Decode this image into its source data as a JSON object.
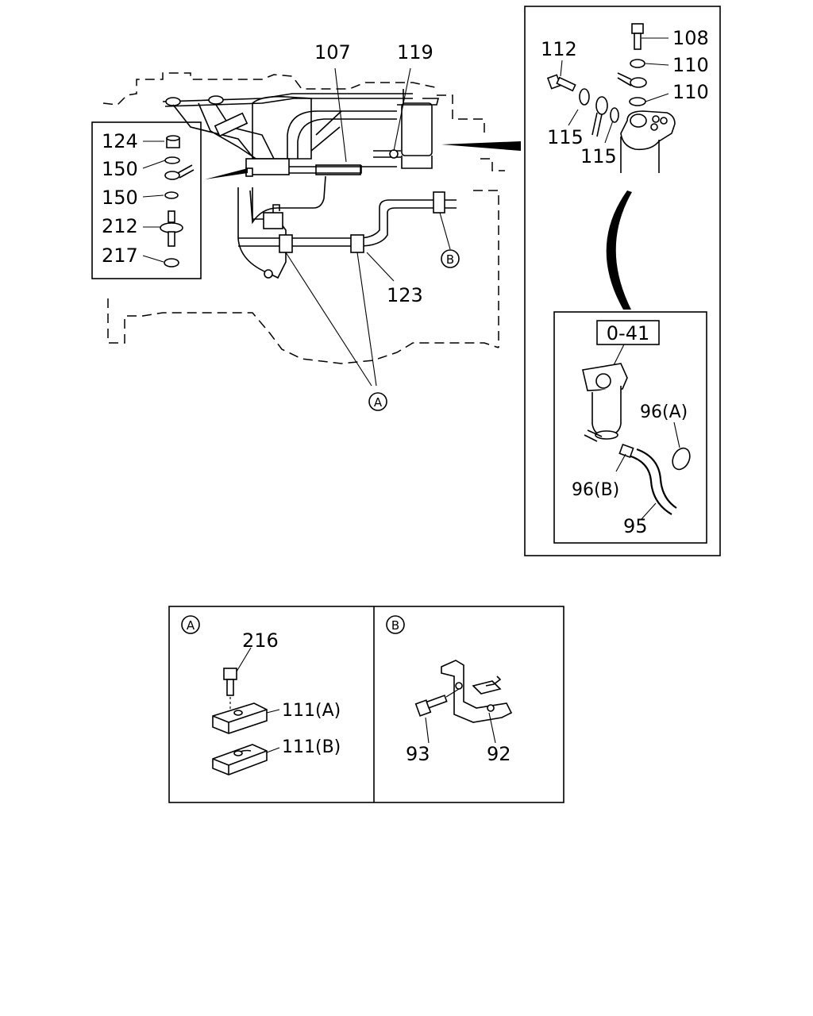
{
  "main_view": {
    "callouts": {
      "c107": "107",
      "c119": "119",
      "c123": "123",
      "ref_a": "A",
      "ref_b": "B"
    }
  },
  "left_inset": {
    "labels": [
      "124",
      "150",
      "150",
      "212",
      "217"
    ]
  },
  "right_inset": {
    "labels": {
      "c108": "108",
      "c110_top": "110",
      "c110_bottom": "110",
      "c112": "112",
      "c115_left": "115",
      "c115_right": "115"
    }
  },
  "filter_inset": {
    "group_ref": "0-41",
    "labels": {
      "c96a": "96(A)",
      "c96b": "96(B)",
      "c95": "95"
    }
  },
  "detail_a": {
    "ref": "A",
    "labels": {
      "c216": "216",
      "c111a": "111(A)",
      "c111b": "111(B)"
    }
  },
  "detail_b": {
    "ref": "B",
    "labels": {
      "c93": "93",
      "c92": "92"
    }
  }
}
